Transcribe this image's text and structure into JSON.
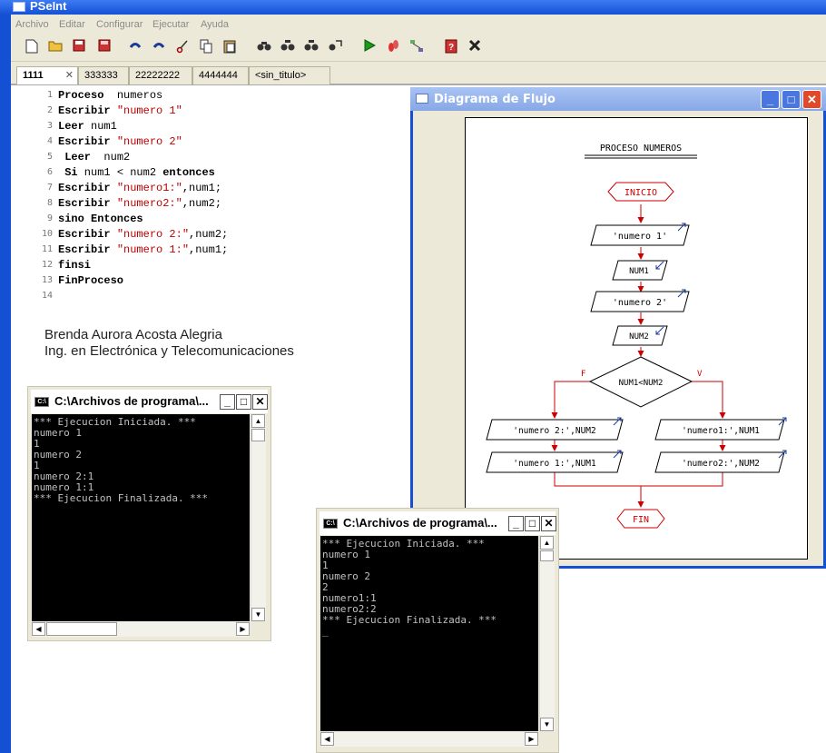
{
  "app": {
    "title": "PSeInt"
  },
  "menu": [
    "Archivo",
    "Editar",
    "Configurar",
    "Ejecutar",
    "Ayuda"
  ],
  "toolbar_icons": [
    "new-file-icon",
    "open-folder-icon",
    "save-icon",
    "save-as-icon",
    "undo-icon",
    "redo-icon",
    "cut-icon",
    "copy-icon",
    "paste-icon",
    "search-icon",
    "find-next-icon",
    "find-prev-icon",
    "replace-icon",
    "run-icon",
    "debug-icon",
    "flowchart-icon",
    "help-icon",
    "close-icon"
  ],
  "tabs": [
    {
      "label": "1111",
      "close": "✕"
    },
    {
      "label": "333333"
    },
    {
      "label": "22222222"
    },
    {
      "label": "4444444"
    },
    {
      "label": "<sin_titulo>"
    }
  ],
  "code_lines": [
    {
      "n": "1",
      "parts": [
        {
          "t": "Proceso",
          "c": "kw"
        },
        {
          "t": "  numeros",
          "c": ""
        }
      ]
    },
    {
      "n": "2",
      "parts": [
        {
          "t": "Escribir ",
          "c": "kw"
        },
        {
          "t": "\"numero 1\"",
          "c": "str"
        }
      ]
    },
    {
      "n": "3",
      "parts": [
        {
          "t": "Leer",
          "c": "kw"
        },
        {
          "t": " num1",
          "c": ""
        }
      ]
    },
    {
      "n": "4",
      "parts": [
        {
          "t": "Escribir ",
          "c": "kw"
        },
        {
          "t": "\"numero 2\"",
          "c": "str"
        }
      ]
    },
    {
      "n": "5",
      "parts": [
        {
          "t": " Leer",
          "c": "kw"
        },
        {
          "t": "  num2",
          "c": ""
        }
      ]
    },
    {
      "n": "6",
      "parts": [
        {
          "t": " Si",
          "c": "kw"
        },
        {
          "t": " num1 < num2 ",
          "c": ""
        },
        {
          "t": "entonces",
          "c": "kw"
        }
      ]
    },
    {
      "n": "7",
      "parts": [
        {
          "t": "Escribir ",
          "c": "kw"
        },
        {
          "t": "\"numero1:\"",
          "c": "str"
        },
        {
          "t": ",num1;",
          "c": ""
        }
      ]
    },
    {
      "n": "8",
      "parts": [
        {
          "t": "Escribir ",
          "c": "kw"
        },
        {
          "t": "\"numero2:\"",
          "c": "str"
        },
        {
          "t": ",num2;",
          "c": ""
        }
      ]
    },
    {
      "n": "9",
      "parts": [
        {
          "t": "sino Entonces",
          "c": "kw"
        }
      ]
    },
    {
      "n": "10",
      "parts": [
        {
          "t": "Escribir ",
          "c": "kw"
        },
        {
          "t": "\"numero 2:\"",
          "c": "str"
        },
        {
          "t": ",num2;",
          "c": ""
        }
      ]
    },
    {
      "n": "11",
      "parts": [
        {
          "t": "Escribir ",
          "c": "kw"
        },
        {
          "t": "\"numero 1:\"",
          "c": "str"
        },
        {
          "t": ",num1;",
          "c": ""
        }
      ]
    },
    {
      "n": "12",
      "parts": [
        {
          "t": "finsi",
          "c": "kw"
        }
      ]
    },
    {
      "n": "13",
      "parts": [
        {
          "t": "FinProceso",
          "c": "kw"
        }
      ]
    },
    {
      "n": "14",
      "parts": []
    }
  ],
  "author": {
    "name": "Brenda Aurora Acosta Alegria",
    "career": "Ing. en Electrónica y Telecomunicaciones"
  },
  "console1": {
    "title": "C:\\Archivos de programa\\...",
    "lines": [
      "*** Ejecucion Iniciada. ***",
      "numero 1",
      "1",
      "numero 2",
      "1",
      "numero 2:1",
      "numero 1:1",
      "*** Ejecucion Finalizada. ***"
    ]
  },
  "console2": {
    "title": "C:\\Archivos de programa\\...",
    "lines": [
      "*** Ejecucion Iniciada. ***",
      "numero 1",
      "1",
      "numero 2",
      "2",
      "numero1:1",
      "numero2:2",
      "*** Ejecucion Finalizada. ***",
      "_"
    ]
  },
  "console_buttons": {
    "minimize": "_",
    "maximize": "□",
    "close": "✕"
  },
  "flow_window": {
    "title": "Diagrama de Flujo",
    "heading": "PROCESO NUMEROS",
    "start": "INICIO",
    "end": "FIN",
    "out1": "'numero 1'",
    "in1": "NUM1",
    "out2": "'numero 2'",
    "in2": "NUM2",
    "condition": "NUM1<NUM2",
    "false_label": "F",
    "true_label": "V",
    "false_out1": "'numero 2:',NUM2",
    "false_out2": "'numero 1:',NUM1",
    "true_out1": "'numero1:',NUM1",
    "true_out2": "'numero2:',NUM2"
  }
}
